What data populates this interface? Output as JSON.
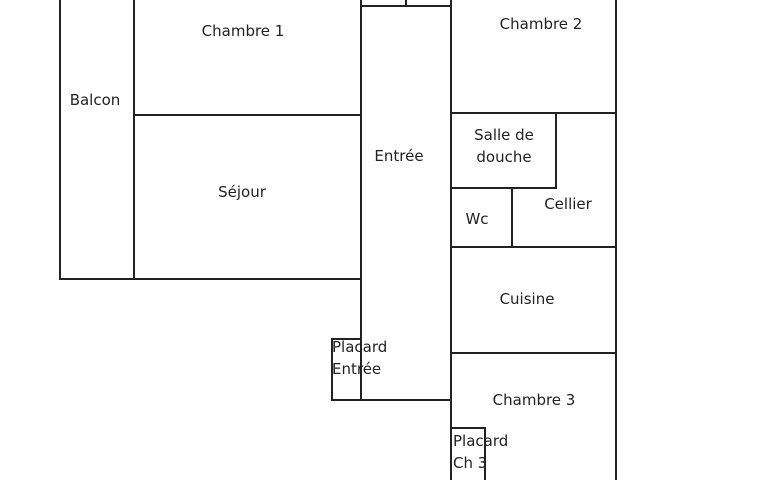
{
  "title": "Floor plan",
  "rooms": {
    "balcon": "Balcon",
    "chambre1": "Chambre 1",
    "sejour": "Séjour",
    "entree": "Entrée",
    "placard_entree_1": "Placard",
    "placard_entree_2": "Entrée",
    "chambre2": "Chambre 2",
    "salle_de_douche_1": "Salle de",
    "salle_de_douche_2": "douche",
    "wc": "Wc",
    "cellier": "Cellier",
    "cuisine": "Cuisine",
    "chambre3": "Chambre 3",
    "placard_ch3_1": "Placard",
    "placard_ch3_2": "Ch 3"
  },
  "colors": {
    "wall": "#222222",
    "background": "#ffffff"
  }
}
